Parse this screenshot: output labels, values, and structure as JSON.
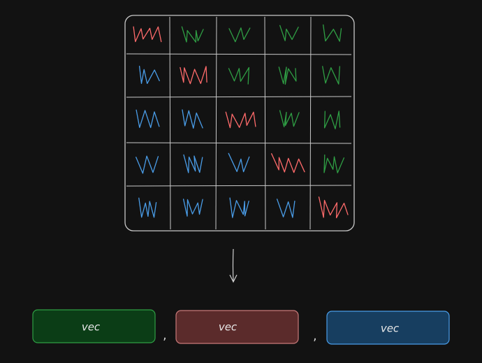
{
  "colors": {
    "background": "#121212",
    "grid_stroke": "#c9c9c9",
    "red": "#ff6b6b",
    "green": "#2f9e44",
    "blue": "#4a9de8",
    "box_green_fill": "#0b3d16",
    "box_green_stroke": "#2f9e44",
    "box_red_fill": "#5b2b2b",
    "box_red_stroke": "#c87a7a",
    "box_blue_fill": "#173e60",
    "box_blue_stroke": "#4a9de8"
  },
  "grid": {
    "rows": 5,
    "cols": 5,
    "cells": [
      [
        "red",
        "green",
        "green",
        "green",
        "green"
      ],
      [
        "blue",
        "red",
        "green",
        "green",
        "green"
      ],
      [
        "blue",
        "blue",
        "red",
        "green",
        "green"
      ],
      [
        "blue",
        "blue",
        "blue",
        "red",
        "green"
      ],
      [
        "blue",
        "blue",
        "blue",
        "blue",
        "red"
      ]
    ]
  },
  "arrow": {
    "icon": "arrow-down-icon"
  },
  "vectors": [
    {
      "label": "vec",
      "color": "green"
    },
    {
      "label": "vec",
      "color": "red"
    },
    {
      "label": "vec",
      "color": "blue"
    }
  ],
  "separators": [
    ",",
    ","
  ]
}
